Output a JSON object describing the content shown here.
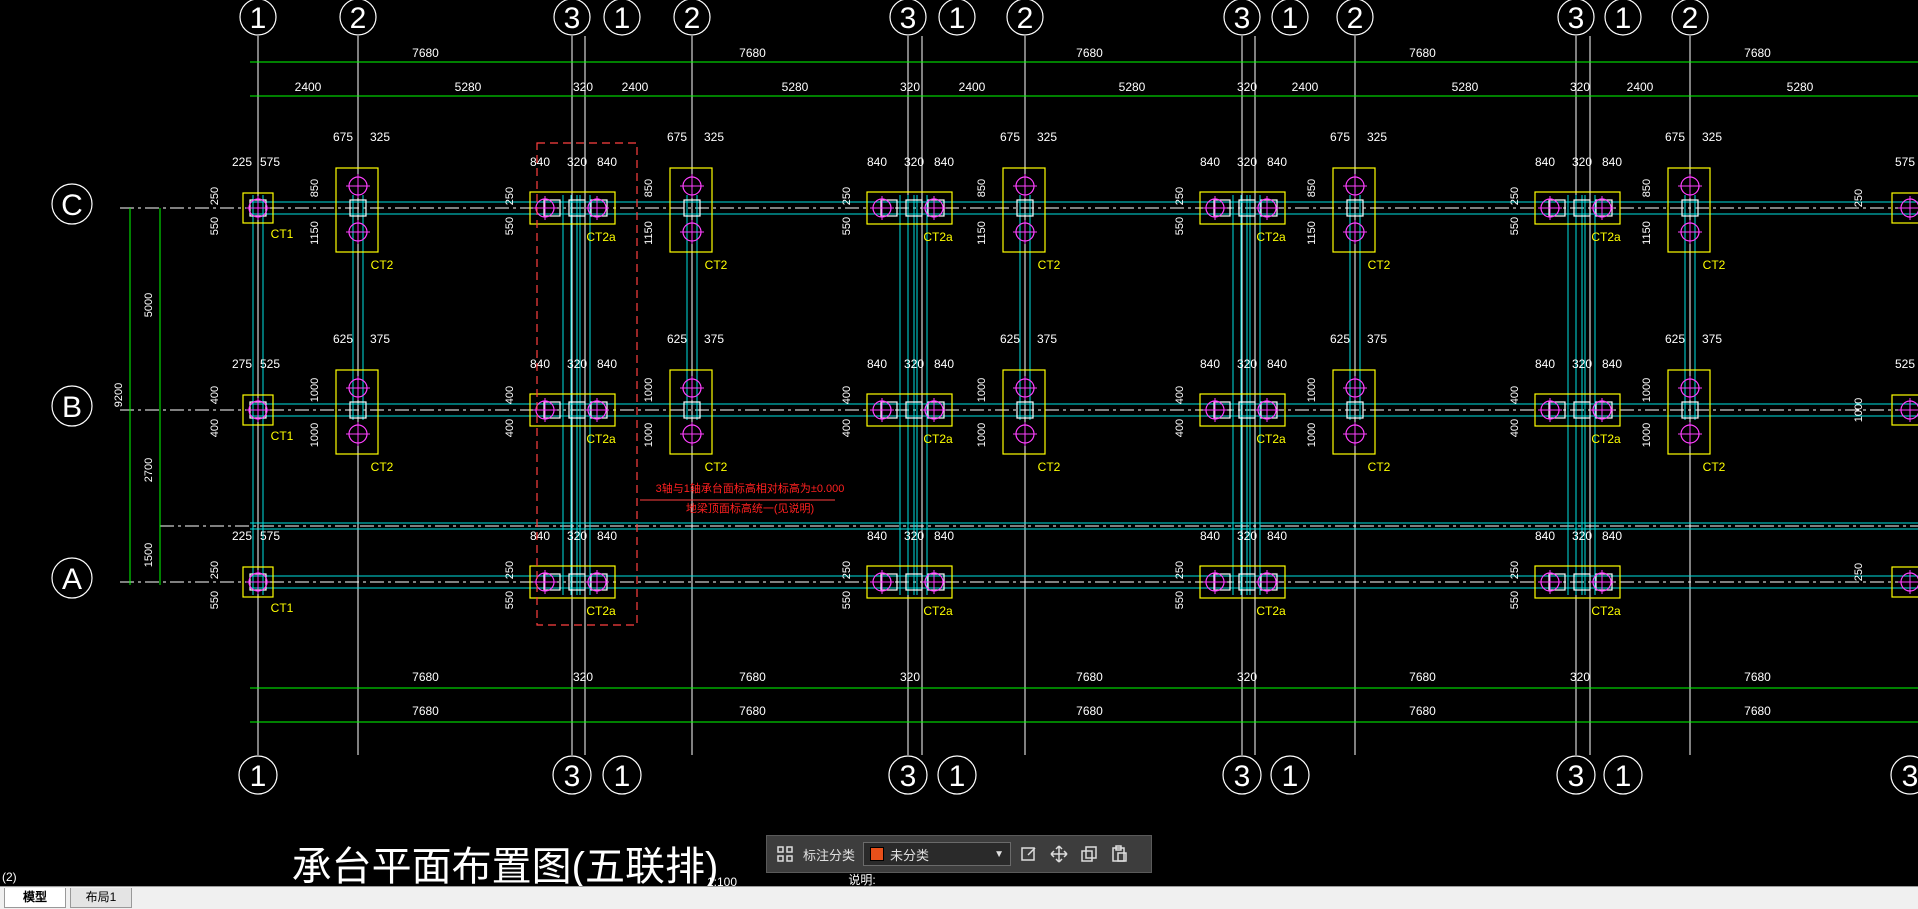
{
  "drawing": {
    "title": "承台平面布置图(五联排)",
    "scale": "1:100",
    "sub_note": "说明:",
    "axes_top": [
      "1",
      "2",
      "3",
      "1",
      "2",
      "3",
      "1",
      "2",
      "3",
      "1",
      "2",
      "3",
      "1",
      "2"
    ],
    "axes_bottom": [
      "1",
      "3",
      "1",
      "3",
      "1",
      "3",
      "1",
      "3",
      "1",
      "3"
    ],
    "rows": [
      "C",
      "B",
      "A"
    ],
    "span_label": "7680",
    "row_dims": {
      "left_total": "9200",
      "cb": "5000",
      "ba": "2700",
      "a_edge": "1500"
    },
    "top_sub": [
      "2400",
      "5280",
      "320"
    ],
    "cap_labels": [
      "CT1",
      "CT2",
      "CT2a"
    ],
    "cap_dims": {
      "ct2_c": [
        "675",
        "325"
      ],
      "ct2_b": [
        "625",
        "375"
      ],
      "ct1_c": [
        "225",
        "575"
      ],
      "ct1_b": [
        "275",
        "525"
      ],
      "ct2a": [
        "840",
        "320",
        "840"
      ],
      "end_c": "575",
      "end_b": "525",
      "v250": "250",
      "v550": "550",
      "v850": "850",
      "v1150": "1150",
      "v400": "400",
      "v1000": "1000"
    },
    "note_line1": "3轴与1轴承台面标高相对标高为±0.000",
    "note_line2": "地梁顶面标高统一(见说明)"
  },
  "toolbar": {
    "label": "标注分类",
    "select_value": "未分类",
    "swatch_color": "#e8501a"
  },
  "tabs": {
    "model": "模型",
    "layout1": "布局1"
  },
  "viewport_label": "(2)"
}
